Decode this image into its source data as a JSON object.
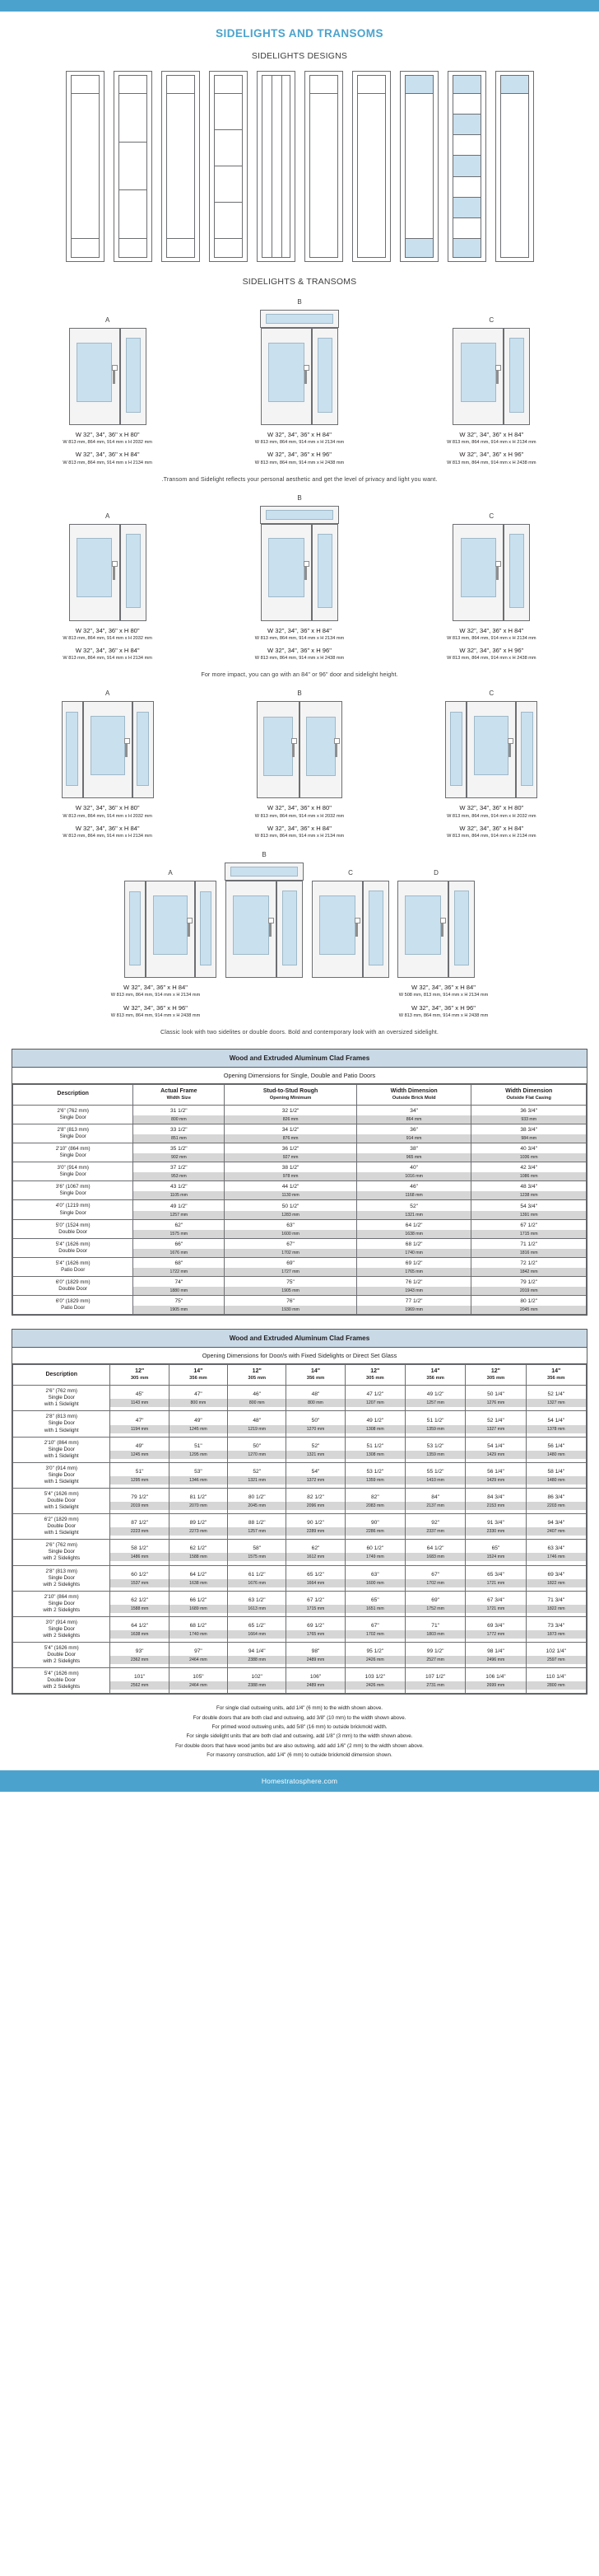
{
  "header": {
    "bar_color": "#4ba3cd"
  },
  "titles": {
    "main": "SIDELIGHTS AND TRANSOMS",
    "sidelights_designs": "SIDELIGHTS DESIGNS",
    "sidelights_transoms": "SIDELIGHTS & TRANSOMS"
  },
  "notes": {
    "note1": ".Transom and Sidelight reflects your personal aesthetic and get the level of privacy and light you want.",
    "note2": "For more impact, you can go with an 84\" or 96\" door and sidelight height.",
    "note3": "Classic look with two sidelites or double doors. Bold and contemporary look with an oversized sidelight."
  },
  "sidelight_designs": [
    {
      "id": "design-1",
      "cells": [
        "w",
        "w",
        "w"
      ],
      "glass": false
    },
    {
      "id": "design-2",
      "cells": [
        "w",
        "w",
        "w",
        "w",
        "w"
      ],
      "glass": false
    },
    {
      "id": "design-3",
      "cells": [
        "w",
        "w",
        "w"
      ],
      "glass": false
    },
    {
      "id": "design-4",
      "cells": [
        "w",
        "w",
        "w",
        "w",
        "w",
        "w"
      ],
      "glass": false
    },
    {
      "id": "design-5",
      "cells": [
        "w"
      ],
      "glass": false
    },
    {
      "id": "design-6",
      "cells": [
        "w",
        "w"
      ],
      "glass": false
    },
    {
      "id": "design-7",
      "cells": [
        "w",
        "w"
      ],
      "glass": false
    },
    {
      "id": "design-8",
      "cells": [
        "g",
        "w",
        "g"
      ],
      "glass": true
    },
    {
      "id": "design-9",
      "cells": [
        "g",
        "w",
        "g",
        "w",
        "g",
        "w",
        "g",
        "w",
        "g"
      ],
      "glass": true
    },
    {
      "id": "design-10",
      "cells": [
        "g",
        "w"
      ],
      "glass": true
    }
  ],
  "groups": [
    {
      "id": "group-1",
      "columns": [
        {
          "label": "A",
          "type": "door-sidelight",
          "captions": [
            {
              "in": "W 32\", 34\", 36\" x H 80\"",
              "mm": "W 813 mm, 864 mm, 914 mm x H 2032 mm"
            },
            {
              "in": "W 32\", 34\", 36\" x H 84\"",
              "mm": "W 813 mm, 864 mm, 914 mm x H 2134 mm"
            }
          ]
        },
        {
          "label": "B",
          "type": "door-sidelight-transom",
          "captions": [
            {
              "in": "W 32\", 34\", 36\" x H 84\"",
              "mm": "W 813 mm, 864 mm, 914 mm x H 2134 mm"
            },
            {
              "in": "W 32\", 34\", 36\" x H 96\"",
              "mm": "W 813 mm, 864 mm, 914 mm x H 2438 mm"
            }
          ]
        },
        {
          "label": "C",
          "type": "door-sidelight",
          "captions": [
            {
              "in": "W 32\", 34\", 36\" x H 84\"",
              "mm": "W 813 mm, 864 mm, 914 mm x H 2134 mm"
            },
            {
              "in": "W 32\", 34\", 36\" x H 96\"",
              "mm": "W 813 mm, 864 mm, 914 mm x H 2438 mm"
            }
          ]
        }
      ]
    },
    {
      "id": "group-2",
      "columns": [
        {
          "label": "A",
          "type": "door-sidelight",
          "captions": [
            {
              "in": "W 32\", 34\", 36\" x H 80\"",
              "mm": "W 813 mm, 864 mm, 914 mm x H 2032 mm"
            },
            {
              "in": "W 32\", 34\", 36\" x H 84\"",
              "mm": "W 813 mm, 864 mm, 914 mm x H 2134 mm"
            }
          ]
        },
        {
          "label": "B",
          "type": "door-sidelight-transom",
          "captions": [
            {
              "in": "W 32\", 34\", 36\" x H 84\"",
              "mm": "W 813 mm, 864 mm, 914 mm x H 2134 mm"
            },
            {
              "in": "W 32\", 34\", 36\" x H 96\"",
              "mm": "W 813 mm, 864 mm, 914 mm x H 2438 mm"
            }
          ]
        },
        {
          "label": "C",
          "type": "door-sidelight",
          "captions": [
            {
              "in": "W 32\", 34\", 36\" x H 84\"",
              "mm": "W 813 mm, 864 mm, 914 mm x H 2134 mm"
            },
            {
              "in": "W 32\", 34\", 36\" x H 96\"",
              "mm": "W 813 mm, 864 mm, 914 mm x H 2438 mm"
            }
          ]
        }
      ]
    },
    {
      "id": "group-3",
      "columns": [
        {
          "label": "A",
          "type": "door-two-sidelights",
          "captions": [
            {
              "in": "W 32\", 34\", 36\" x H 80\"",
              "mm": "W 813 mm, 864 mm, 914 mm x H 2032 mm"
            },
            {
              "in": "W 32\", 34\", 36\" x H 84\"",
              "mm": "W 813 mm, 864 mm, 914 mm x H 2134 mm"
            }
          ]
        },
        {
          "label": "B",
          "type": "double-door",
          "captions": [
            {
              "in": "W 32\", 34\", 36\" x H 80\"",
              "mm": "W 813 mm, 864 mm, 914 mm x H 2032 mm"
            },
            {
              "in": "W 32\", 34\", 36\" x H 84\"",
              "mm": "W 813 mm, 864 mm, 914 mm x H 2134 mm"
            }
          ]
        },
        {
          "label": "C",
          "type": "door-two-sidelights",
          "captions": [
            {
              "in": "W 32\", 34\", 36\" x H 80\"",
              "mm": "W 813 mm, 864 mm, 914 mm x H 2032 mm"
            },
            {
              "in": "W 32\", 34\", 36\" x H 84\"",
              "mm": "W 813 mm, 864 mm, 914 mm x H 2134 mm"
            }
          ]
        }
      ]
    }
  ],
  "group4": {
    "id": "group-4",
    "labels": [
      "A",
      "B",
      "C",
      "D"
    ],
    "captions": [
      {
        "in": "W 32\", 34\", 36\" x H 84\"",
        "mm": "W 813 mm, 864 mm, 914 mm x H 2134 mm",
        "in2": "W 32\", 34\", 36\" x H 96\"",
        "mm2": "W 813 mm, 864 mm, 914 mm x H 2438 mm"
      },
      {
        "in": "W 32\", 34\", 36\" x H 84\"",
        "mm": "W 508 mm, 813 mm, 914 mm x H 2134 mm",
        "in2": "W 32\", 34\", 36\" x H 96\"",
        "mm2": "W 813 mm, 864 mm, 914 mm x H 2438 mm"
      }
    ]
  },
  "table1": {
    "title": "Wood and Extruded Aluminum Clad Frames",
    "subtitle": "Opening Dimensions for Single, Double and Patio Doors",
    "headers": [
      {
        "main": "Description",
        "sub": ""
      },
      {
        "main": "Actual Frame",
        "sub": "Width Size"
      },
      {
        "main": "Stud-to-Stud Rough",
        "sub": "Opening Minimum"
      },
      {
        "main": "Width Dimension",
        "sub": "Outside Brick Mold"
      },
      {
        "main": "Width Dimension",
        "sub": "Outside Flat Casing"
      }
    ],
    "rows": [
      {
        "desc": "2'6\" (762 mm)\nSingle Door",
        "in": [
          "31 1/2\"",
          "32 1/2\"",
          "34\"",
          "36 3/4\""
        ],
        "mm": [
          "800 mm",
          "826 mm",
          "864 mm",
          "933 mm"
        ]
      },
      {
        "desc": "2'8\" (813 mm)\nSingle Door",
        "in": [
          "33 1/2\"",
          "34 1/2\"",
          "36\"",
          "38 3/4\""
        ],
        "mm": [
          "851 mm",
          "876 mm",
          "914 mm",
          "984 mm"
        ]
      },
      {
        "desc": "2'10\" (864 mm)\nSingle Door",
        "in": [
          "35 1/2\"",
          "36 1/2\"",
          "38\"",
          "40 3/4\""
        ],
        "mm": [
          "902 mm",
          "927 mm",
          "965 mm",
          "1036 mm"
        ]
      },
      {
        "desc": "3'0\" (914 mm)\nSingle Door",
        "in": [
          "37 1/2\"",
          "38 1/2\"",
          "40\"",
          "42 3/4\""
        ],
        "mm": [
          "953 mm",
          "978 mm",
          "1016 mm",
          "1086 mm"
        ]
      },
      {
        "desc": "3'6\" (1067 mm)\nSingle Door",
        "in": [
          "43 1/2\"",
          "44 1/2\"",
          "46\"",
          "48 3/4\""
        ],
        "mm": [
          "1105 mm",
          "1130 mm",
          "1168 mm",
          "1238 mm"
        ]
      },
      {
        "desc": "4'0\" (1219 mm)\nSingle Door",
        "in": [
          "49 1/2\"",
          "50 1/2\"",
          "52\"",
          "54 3/4\""
        ],
        "mm": [
          "1257 mm",
          "1283 mm",
          "1321 mm",
          "1391 mm"
        ]
      },
      {
        "desc": "5'0\" (1524 mm)\nDouble Door",
        "in": [
          "62\"",
          "63\"",
          "64 1/2\"",
          "67 1/2\""
        ],
        "mm": [
          "1575 mm",
          "1600 mm",
          "1638 mm",
          "1715 mm"
        ]
      },
      {
        "desc": "5'4\" (1626 mm)\nDouble Door",
        "in": [
          "66\"",
          "67\"",
          "68 1/2\"",
          "71 1/2\""
        ],
        "mm": [
          "1676 mm",
          "1702 mm",
          "1740 mm",
          "1816 mm"
        ]
      },
      {
        "desc": "5'4\" (1626 mm)\nPatio Door",
        "in": [
          "68\"",
          "69\"",
          "69 1/2\"",
          "72 1/2\""
        ],
        "mm": [
          "1722 mm",
          "1727 mm",
          "1765 mm",
          "1842 mm"
        ]
      },
      {
        "desc": "6'0\" (1829 mm)\nDouble Door",
        "in": [
          "74\"",
          "75\"",
          "76 1/2\"",
          "79 1/2\""
        ],
        "mm": [
          "1880 mm",
          "1905 mm",
          "1943 mm",
          "2019 mm"
        ]
      },
      {
        "desc": "6'0\" (1829 mm)\nPatio Door",
        "in": [
          "75\"",
          "76\"",
          "77 1/2\"",
          "80 1/2\""
        ],
        "mm": [
          "1905 mm",
          "1930 mm",
          "1969 mm",
          "2045 mm"
        ]
      }
    ]
  },
  "table2": {
    "title": "Wood and Extruded Aluminum Clad Frames",
    "subtitle": "Opening Dimensions for Door/s with Fixed Sidelights or Direct Set Glass",
    "headers": [
      {
        "main": "Description",
        "sub": ""
      },
      {
        "main": "12\"",
        "sub": "305 mm"
      },
      {
        "main": "14\"",
        "sub": "356 mm"
      },
      {
        "main": "12\"",
        "sub": "305 mm"
      },
      {
        "main": "14\"",
        "sub": "356 mm"
      },
      {
        "main": "12\"",
        "sub": "305 mm"
      },
      {
        "main": "14\"",
        "sub": "356 mm"
      },
      {
        "main": "12\"",
        "sub": "305 mm"
      },
      {
        "main": "14\"",
        "sub": "356 mm"
      }
    ],
    "rows": [
      {
        "desc": "2'6\" (762 mm)\nSingle Door\nwith 1 Sidelight",
        "in": [
          "45\"",
          "47\"",
          "46\"",
          "48\"",
          "47 1/2\"",
          "49 1/2\"",
          "50 1/4\"",
          "52 1/4\""
        ],
        "mm": [
          "1143 mm",
          "800 mm",
          "800 mm",
          "800 mm",
          "1207 mm",
          "1257 mm",
          "1276 mm",
          "1327 mm"
        ]
      },
      {
        "desc": "2'8\" (813 mm)\nSingle Door\nwith 1 Sidelight",
        "in": [
          "47\"",
          "49\"",
          "48\"",
          "50\"",
          "49 1/2\"",
          "51 1/2\"",
          "52 1/4\"",
          "54 1/4\""
        ],
        "mm": [
          "1194 mm",
          "1245 mm",
          "1219 mm",
          "1270 mm",
          "1308 mm",
          "1359 mm",
          "1327 mm",
          "1378 mm"
        ]
      },
      {
        "desc": "2'10\" (864 mm)\nSingle Door\nwith 1 Sidelight",
        "in": [
          "49\"",
          "51\"",
          "50\"",
          "52\"",
          "51 1/2\"",
          "53 1/2\"",
          "54 1/4\"",
          "56 1/4\""
        ],
        "mm": [
          "1245 mm",
          "1295 mm",
          "1270 mm",
          "1321 mm",
          "1308 mm",
          "1359 mm",
          "1429 mm",
          "1480 mm"
        ]
      },
      {
        "desc": "3'0\" (914 mm)\nSingle Door\nwith 1 Sidelight",
        "in": [
          "51\"",
          "53\"",
          "52\"",
          "54\"",
          "53 1/2\"",
          "55 1/2\"",
          "56 1/4\"",
          "58 1/4\""
        ],
        "mm": [
          "1295 mm",
          "1346 mm",
          "1321 mm",
          "1372 mm",
          "1359 mm",
          "1410 mm",
          "1429 mm",
          "1480 mm"
        ]
      },
      {
        "desc": "5'4\" (1626 mm)\nDouble Door\nwith 1 Sidelight",
        "in": [
          "79 1/2\"",
          "81 1/2\"",
          "80 1/2\"",
          "82 1/2\"",
          "82\"",
          "84\"",
          "84 3/4\"",
          "86 3/4\""
        ],
        "mm": [
          "2019 mm",
          "2070 mm",
          "2045 mm",
          "2096 mm",
          "2083 mm",
          "2137 mm",
          "2153 mm",
          "2203 mm"
        ]
      },
      {
        "desc": "6'2\" (1829 mm)\nDouble Door\nwith 1 Sidelight",
        "in": [
          "87 1/2\"",
          "89 1/2\"",
          "88 1/2\"",
          "90 1/2\"",
          "90\"",
          "92\"",
          "91 3/4\"",
          "94 3/4\""
        ],
        "mm": [
          "2223 mm",
          "2273 mm",
          "1257 mm",
          "2289 mm",
          "2286 mm",
          "2337 mm",
          "2330 mm",
          "2407 mm"
        ]
      },
      {
        "desc": "2'6\" (762 mm)\nSingle Door\nwith 2 Sidelights",
        "in": [
          "58 1/2\"",
          "62 1/2\"",
          "58\"",
          "62\"",
          "60 1/2\"",
          "64 1/2\"",
          "65\"",
          "63 3/4\""
        ],
        "mm": [
          "1486 mm",
          "1588 mm",
          "1575 mm",
          "1612 mm",
          "1749 mm",
          "1683 mm",
          "1524 mm",
          "1746 mm"
        ]
      },
      {
        "desc": "2'8\" (813 mm)\nSingle Door\nwith 2 Sidelights",
        "in": [
          "60 1/2\"",
          "64 1/2\"",
          "61 1/2\"",
          "65 1/2\"",
          "63\"",
          "67\"",
          "65 3/4\"",
          "69 3/4\""
        ],
        "mm": [
          "1537 mm",
          "1638 mm",
          "1676 mm",
          "1664 mm",
          "1600 mm",
          "1702 mm",
          "1721 mm",
          "1822 mm"
        ]
      },
      {
        "desc": "2'10\" (864 mm)\nSingle Door\nwith 2 Sidelights",
        "in": [
          "62 1/2\"",
          "66 1/2\"",
          "63 1/2\"",
          "67 1/2\"",
          "65\"",
          "69\"",
          "67 3/4\"",
          "71 3/4\""
        ],
        "mm": [
          "1588 mm",
          "1689 mm",
          "1613 mm",
          "1715 mm",
          "1651 mm",
          "1752 mm",
          "1721 mm",
          "1822 mm"
        ]
      },
      {
        "desc": "3'0\" (914 mm)\nSingle Door\nwith 2 Sidelights",
        "in": [
          "64 1/2\"",
          "68 1/2\"",
          "65 1/2\"",
          "69 1/2\"",
          "67\"",
          "71\"",
          "69 3/4\"",
          "73 3/4\""
        ],
        "mm": [
          "1638 mm",
          "1740 mm",
          "1664 mm",
          "1765 mm",
          "1702 mm",
          "1803 mm",
          "1772 mm",
          "1873 mm"
        ]
      },
      {
        "desc": "5'4\" (1626 mm)\nDouble Door\nwith 2 Sidelights",
        "in": [
          "93\"",
          "97\"",
          "94 1/4\"",
          "98\"",
          "95 1/2\"",
          "99 1/2\"",
          "98 1/4\"",
          "102 1/4\""
        ],
        "mm": [
          "2362 mm",
          "2464 mm",
          "2388 mm",
          "2489 mm",
          "2426 mm",
          "2527 mm",
          "2496 mm",
          "2597 mm"
        ]
      },
      {
        "desc": "5'4\" (1626 mm)\nDouble Door\nwith 2 Sidelights",
        "in": [
          "101\"",
          "105\"",
          "102\"",
          "106\"",
          "103 1/2\"",
          "107 1/2\"",
          "106 1/4\"",
          "110 1/4\""
        ],
        "mm": [
          "2562 mm",
          "2464 mm",
          "2388 mm",
          "2489 mm",
          "2426 mm",
          "2731 mm",
          "2699 mm",
          "2800 mm"
        ]
      }
    ]
  },
  "footnotes": [
    "For single clad outswing units, add 1/4\" (6 mm) to the width shown above.",
    "For double doors that are both clad and outswing, add 3/8\" (10 mm) to the width shown above.",
    "For primed wood outswing units, add 5/8\" (16 mm) to outside brickmold width.",
    "For single sidelight units that are both clad and outswing, add 1/8\" (3 mm) to the width shown above.",
    "For double doors that have wood jambs but are also outswing, add add 1/6\" (2 mm) to the width shown above.",
    "For masonry construction, add 1/4\" (6 mm) to outside brickmold dimension shown."
  ],
  "footer": {
    "site": "Homestratosphere.com"
  }
}
